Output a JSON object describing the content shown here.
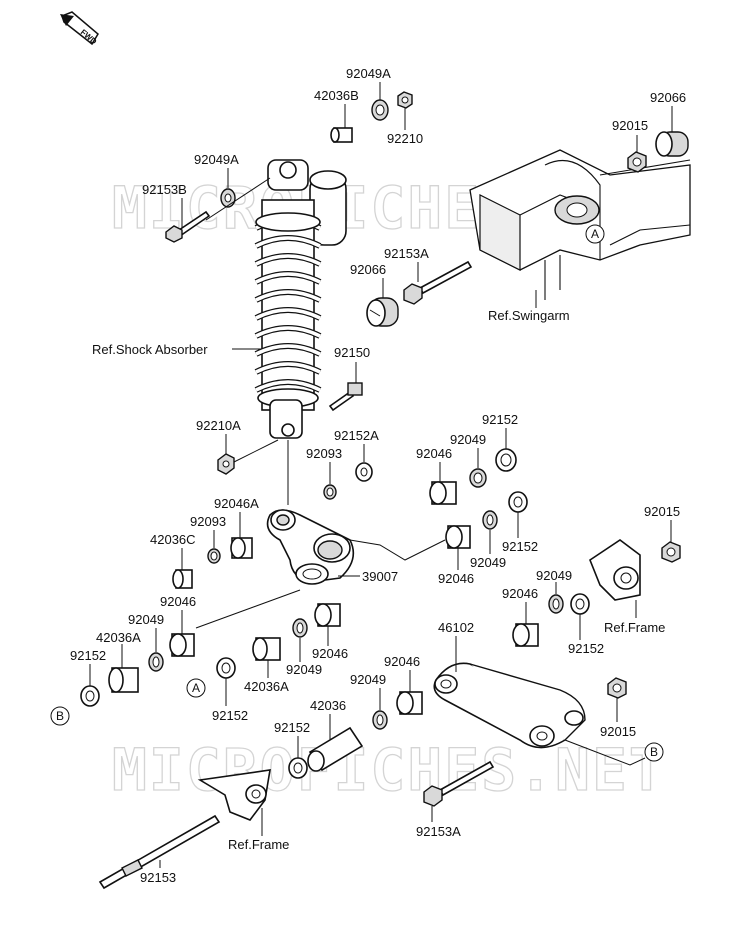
{
  "labels": {
    "p92049A_top": "92049A",
    "p42036B": "42036B",
    "p92210": "92210",
    "p92066_top": "92066",
    "p92015_top": "92015",
    "p92049A_left": "92049A",
    "p92153B": "92153B",
    "p92153A_top": "92153A",
    "p92066_mid": "92066",
    "ref_swingarm": "Ref.Swingarm",
    "ref_shock": "Ref.Shock Absorber",
    "p92150": "92150",
    "p92210A": "92210A",
    "p92152A": "92152A",
    "p92093_a": "92093",
    "p92152_a": "92152",
    "p92049_a": "92049",
    "p92046_a": "92046",
    "p92046A": "92046A",
    "p92093_b": "92093",
    "p42036C": "42036C",
    "p39007": "39007",
    "p92152_b": "92152",
    "p92049_b": "92049",
    "p92046_b": "92046",
    "p92015_right": "92015",
    "p92049_c": "92049",
    "p92046_c": "92046",
    "ref_frame_right": "Ref.Frame",
    "p92152_c": "92152",
    "p92046_left": "92046",
    "p92049_left": "92049",
    "p42036A_left": "42036A",
    "p92152_left": "92152",
    "p92049_mid": "92049",
    "p92046_mid": "92046",
    "p42036A_mid": "42036A",
    "p92152_mid": "92152",
    "p46102": "46102",
    "p92046_low": "92046",
    "p92049_low": "92049",
    "p92015_low": "92015",
    "p42036": "42036",
    "p92152_low": "92152",
    "ref_frame_low": "Ref.Frame",
    "p92153": "92153",
    "p92153A_low": "92153A"
  },
  "markers": {
    "A": "A",
    "B": "B"
  },
  "fwd_badge": "FWD",
  "watermark": "MICROFICHES.NET"
}
